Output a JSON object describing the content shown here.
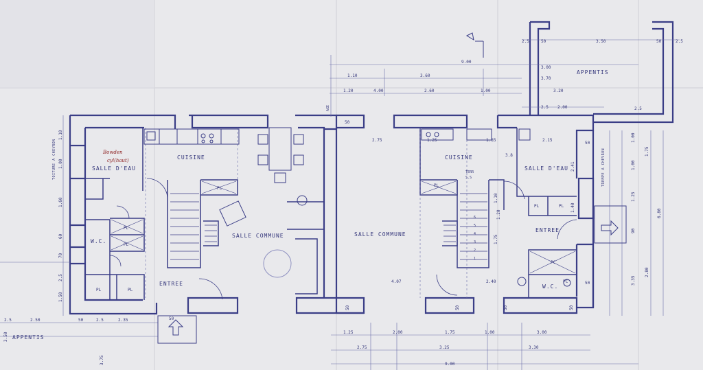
{
  "colors": {
    "paper": "#e9e9ec",
    "ink": "#3a3d86",
    "ink_light": "#8e90c0",
    "annotation": "#8e2222",
    "fold": "#cfd0d6"
  },
  "rooms": {
    "appentis_top": "APPENTIS",
    "appentis_left": "APPENTIS",
    "cuisine_left": "CUISINE",
    "cuisine_right": "CUISINE",
    "salle_eau_left": "SALLE D'EAU",
    "salle_eau_right": "SALLE D'EAU",
    "salle_commune_left": "SALLE COMMUNE",
    "salle_commune_right": "SALLE COMMUNE",
    "entree_left": "ENTREE",
    "entree_right": "ENTREE",
    "wc_left": "W.C.",
    "wc_right": "W.C."
  },
  "cupboards": [
    "PL",
    "PL",
    "PL",
    "PL",
    "PL",
    "PL",
    "PL",
    "PL",
    "PC",
    "PC"
  ],
  "side_labels": {
    "left": "TOITURE A CHEVRON",
    "right": "TREMPE A CHEVRON"
  },
  "annotation": {
    "line1": "Bowden",
    "line2": "cyl(haut)"
  },
  "notes": {
    "axe": "AXE",
    "terr": "TERR",
    "terr2": "S.S"
  },
  "dims_top": {
    "total": "9.00",
    "row1": [
      "1.10",
      "3.60"
    ],
    "row2": [
      "1.20",
      "4.00",
      "2.60",
      "1.00"
    ],
    "appentis": [
      "2.5",
      "50",
      "3.50",
      "50",
      "2.5"
    ],
    "appentis_v": [
      "3.00",
      "3.70",
      "3.20",
      "2.5",
      "2.00",
      "2.5"
    ],
    "inner": [
      "2.75",
      "1.25",
      "1.85",
      "2.15",
      "3.8",
      "50",
      "50",
      "50"
    ]
  },
  "dims_bottom": {
    "left": [
      "2.5",
      "2.50",
      "50",
      "2.5",
      "2.35"
    ],
    "left_v": [
      "3.50",
      "3.75"
    ],
    "right_row1": [
      "1.25",
      "2.00",
      "1.75",
      "1.00",
      "3.00"
    ],
    "right_row2": [
      "2.75",
      "3.25",
      "3.30"
    ],
    "total": "9.00",
    "inner": [
      "4.07",
      "2.40",
      "50",
      "50",
      "50",
      "50"
    ]
  },
  "dims_left": [
    "1.10",
    "1.00",
    "1.60",
    "60",
    "70",
    "2.5",
    "1.50"
  ],
  "dims_right": [
    "1.00",
    "1.00",
    "1.25",
    "90",
    "3.35",
    "6.80",
    "2.80",
    "1.75"
  ],
  "stair_marks": [
    "1",
    "2",
    "3",
    "4",
    "5",
    "6"
  ],
  "dims_misc": [
    "1.10",
    "1.75",
    "1.20",
    "2.41",
    "1.40",
    "50"
  ]
}
